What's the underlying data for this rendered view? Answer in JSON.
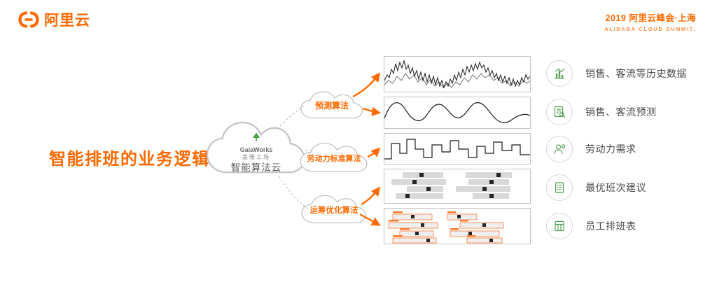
{
  "header": {
    "logo_text": "阿里云",
    "event_title": "2019 阿里云峰会·上海",
    "event_subtitle": "ALIBABA CLOUD SUMMIT."
  },
  "diagram": {
    "title": "智能排班的业务逻辑",
    "center_cloud": {
      "brand_en": "GaiaWorks",
      "brand_cn": "盖雅工场",
      "label": "智能算法云"
    },
    "algorithms": [
      {
        "label": "预测算法"
      },
      {
        "label": "劳动力标准算法"
      },
      {
        "label": "运筹优化算法"
      }
    ],
    "panels": [
      {
        "name": "historical-time-series"
      },
      {
        "name": "forecast-curve"
      },
      {
        "name": "labor-demand-steps"
      },
      {
        "name": "optimal-shift-blocks"
      },
      {
        "name": "employee-schedule-blocks"
      }
    ],
    "outputs": [
      {
        "label": "销售、客流等历史数据",
        "icon": "history-data-icon"
      },
      {
        "label": "销售、客流预测",
        "icon": "forecast-icon"
      },
      {
        "label": "劳动力需求",
        "icon": "labor-demand-icon"
      },
      {
        "label": "最优班次建议",
        "icon": "shift-suggestion-icon"
      },
      {
        "label": "员工排班表",
        "icon": "schedule-table-icon"
      }
    ]
  },
  "colors": {
    "accent": "#ff6a00",
    "icon_green": "#55a055",
    "chart_line": "#1a1a1a",
    "panel_border": "#c3c3c3"
  }
}
